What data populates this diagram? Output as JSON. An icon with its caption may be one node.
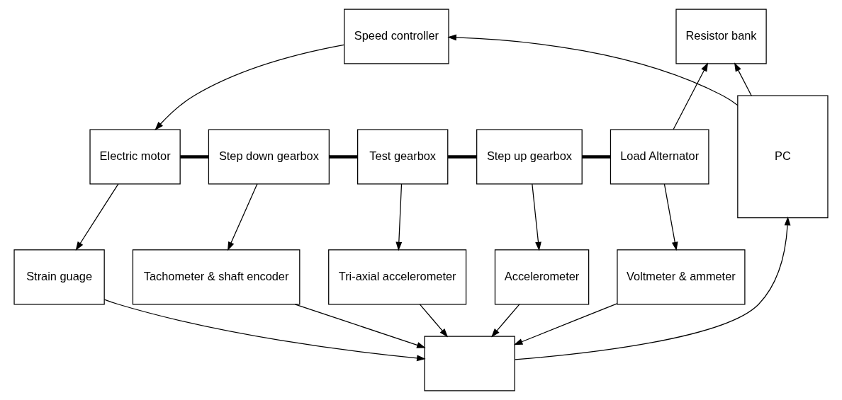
{
  "diagram": {
    "nodes": [
      {
        "text": [
          "Speed controller"
        ]
      },
      {
        "text": [
          "Resistor bank"
        ]
      },
      {
        "text": [
          "Electric motor"
        ]
      },
      {
        "text": [
          "Step down gearbox"
        ]
      },
      {
        "text": [
          "Test gearbox"
        ]
      },
      {
        "text": [
          "Step up gearbox"
        ]
      },
      {
        "text": [
          "Load Alternator"
        ]
      },
      {
        "text": [
          "PC"
        ]
      },
      {
        "text": [
          "Strain guage"
        ]
      },
      {
        "text": [
          "Tachometer & shaft encoder"
        ]
      },
      {
        "text": [
          "Tri-axial accelerometer"
        ]
      },
      {
        "text": [
          "Accelerometer"
        ]
      },
      {
        "text": [
          "Voltmeter & ammeter"
        ]
      },
      {
        "text": [],
        "shape": "box"
      }
    ],
    "edges": [
      {
        "from": 7,
        "to": 0,
        "arrow": "to"
      },
      {
        "from": 7,
        "to": 1,
        "arrow": "to"
      },
      {
        "from": 0,
        "to": 2,
        "arrow": "to"
      },
      {
        "from": 2,
        "to": 3,
        "arrow": "none",
        "style": "thick"
      },
      {
        "from": 3,
        "to": 4,
        "arrow": "none",
        "style": "thick"
      },
      {
        "from": 4,
        "to": 5,
        "arrow": "none",
        "style": "thick"
      },
      {
        "from": 5,
        "to": 6,
        "arrow": "none",
        "style": "thick"
      },
      {
        "from": 6,
        "to": 1,
        "arrow": "to"
      },
      {
        "from": 2,
        "to": 8,
        "arrow": "to"
      },
      {
        "from": 3,
        "to": 9,
        "arrow": "to"
      },
      {
        "from": 4,
        "to": 10,
        "arrow": "to"
      },
      {
        "from": 5,
        "to": 11,
        "arrow": "to"
      },
      {
        "from": 6,
        "to": 12,
        "arrow": "to"
      },
      {
        "from": 8,
        "to": 13,
        "arrow": "to"
      },
      {
        "from": 9,
        "to": 13,
        "arrow": "to"
      },
      {
        "from": 10,
        "to": 13,
        "arrow": "to"
      },
      {
        "from": 11,
        "to": 13,
        "arrow": "to"
      },
      {
        "from": 12,
        "to": 13,
        "arrow": "to"
      },
      {
        "from": 13,
        "to": 7,
        "arrow": "to"
      }
    ]
  }
}
